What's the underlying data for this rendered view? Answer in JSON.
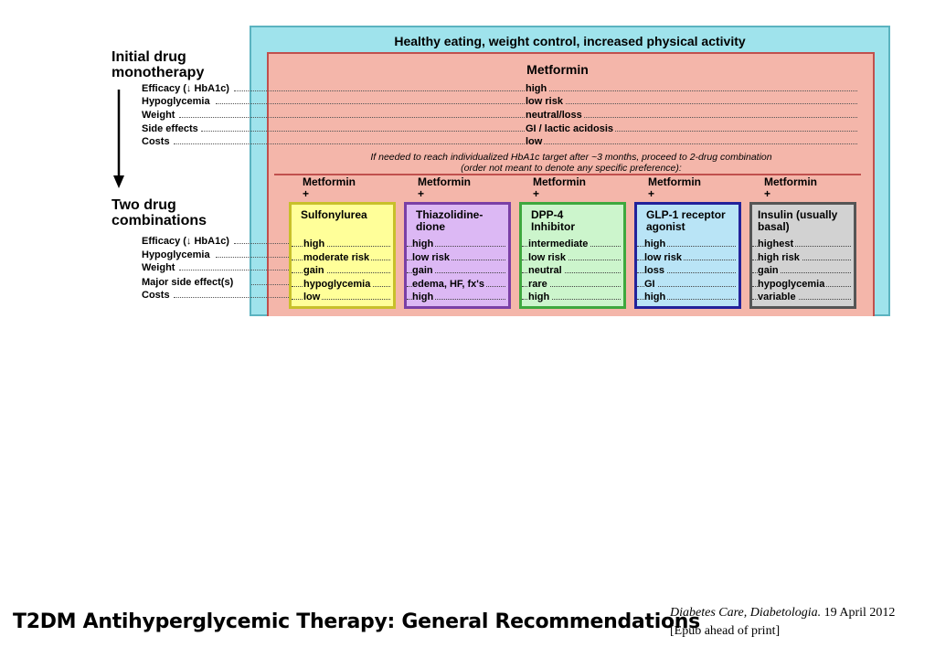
{
  "left_panel": {
    "stage1_title_line1": "Initial drug",
    "stage1_title_line2": "monotherapy",
    "stage2_title_line1": "Two drug",
    "stage2_title_line2": "combinations",
    "mono_rows": [
      "Efficacy (↓ HbA1c)",
      "Hypoglycemia",
      "Weight",
      "Side effects",
      "Costs"
    ],
    "combo_rows": [
      "Efficacy (↓ HbA1c)",
      "Hypoglycemia",
      "Weight",
      "Major side effect(s)",
      "Costs"
    ]
  },
  "outer_title": "Healthy eating, weight control, increased physical activity",
  "monotherapy": {
    "title": "Metformin",
    "values": [
      "high",
      "low risk",
      "neutral/loss",
      "GI / lactic acidosis",
      "low"
    ]
  },
  "note": {
    "line1": "If needed to reach individualized HbA1c target after ~3 months, proceed to 2-drug combination",
    "line2": "(order not meant to denote any specific preference):"
  },
  "combo_prefix": "Metformin",
  "plus": "+",
  "combinations": [
    {
      "name_line1": "Sulfonylurea",
      "name_line2": "",
      "color": "#ffff99",
      "border": "#c8c02a",
      "values": [
        "high",
        "moderate risk",
        "gain",
        "hypoglycemia",
        "low"
      ]
    },
    {
      "name_line1": "Thiazolidine-",
      "name_line2": "dione",
      "color": "#dcb8f4",
      "border": "#7a3fa6",
      "values": [
        "high",
        "low risk",
        "gain",
        "edema, HF, fx's",
        "high"
      ]
    },
    {
      "name_line1": "DPP-4",
      "name_line2": "Inhibitor",
      "color": "#ccf5cc",
      "border": "#3ea83e",
      "values": [
        "intermediate",
        "low risk",
        "neutral",
        "rare",
        "high"
      ]
    },
    {
      "name_line1": "GLP-1 receptor",
      "name_line2": "agonist",
      "color": "#b9e4f6",
      "border": "#22229a",
      "values": [
        "high",
        "low risk",
        "loss",
        "GI",
        "high"
      ]
    },
    {
      "name_line1": "Insulin (usually",
      "name_line2": "basal)",
      "color": "#d2d2d2",
      "border": "#555555",
      "values": [
        "highest",
        "high risk",
        "gain",
        "hypoglycemia",
        "variable"
      ]
    }
  ],
  "footer": {
    "title": "T2DM Antihyperglycemic Therapy: General Recommendations",
    "citation_journals": "Diabetes Care, Diabetologia.",
    "citation_date": " 19 April 2012",
    "citation_line2": "[Epub ahead of print]"
  }
}
